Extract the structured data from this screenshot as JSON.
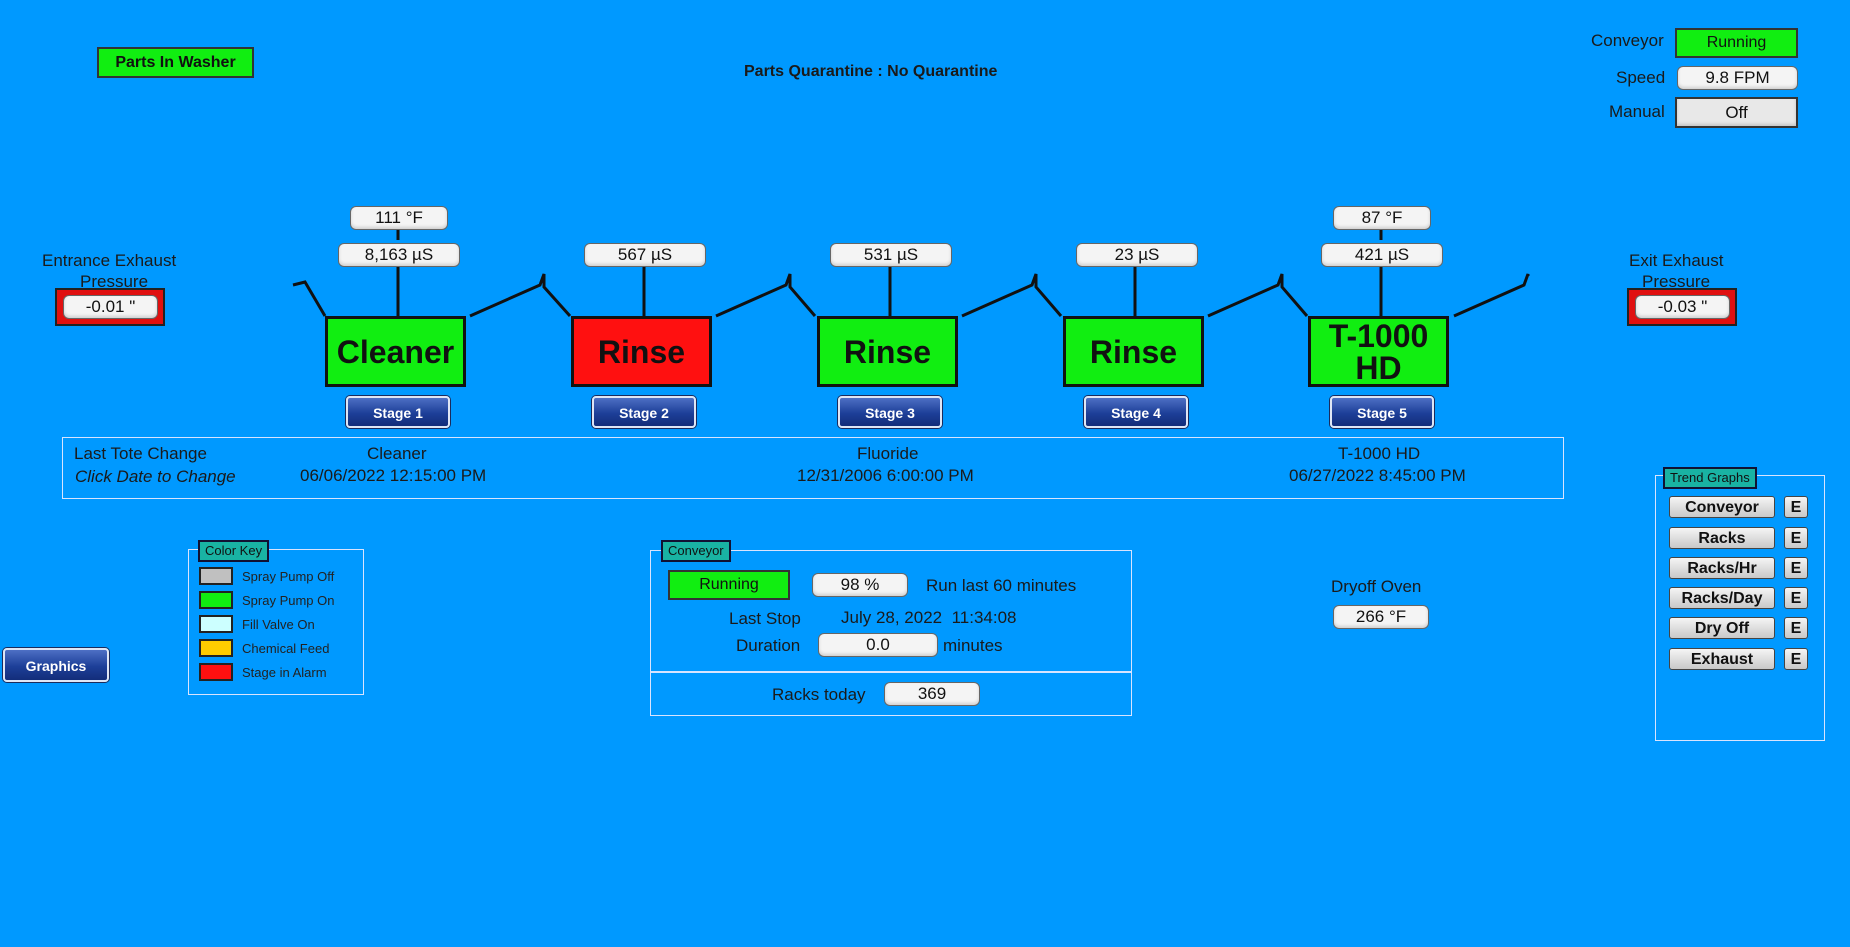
{
  "header": {
    "parts_in_washer": "Parts In Washer",
    "quarantine": "Parts Quarantine : No Quarantine"
  },
  "conveyor_status": {
    "conveyor_label": "Conveyor",
    "conveyor_value": "Running",
    "speed_label": "Speed",
    "speed_value": "9.8 FPM",
    "manual_label": "Manual",
    "manual_value": "Off"
  },
  "exhaust": {
    "entrance_label_1": "Entrance Exhaust",
    "entrance_label_2": "Pressure",
    "entrance_value": "-0.01 \"",
    "exit_label_1": "Exit Exhaust",
    "exit_label_2": "Pressure",
    "exit_value": "-0.03 \""
  },
  "stages": [
    {
      "temp": "111 °F",
      "cond": "8,163 µS",
      "name": "Cleaner",
      "button": "Stage 1",
      "color": "#11ee11"
    },
    {
      "temp": "",
      "cond": "567 µS",
      "name": "Rinse",
      "button": "Stage 2",
      "color": "#ff1010"
    },
    {
      "temp": "",
      "cond": "531 µS",
      "name": "Rinse",
      "button": "Stage 3",
      "color": "#11ee11"
    },
    {
      "temp": "",
      "cond": "23 µS",
      "name": "Rinse",
      "button": "Stage 4",
      "color": "#11ee11"
    },
    {
      "temp": "87 °F",
      "cond": "421 µS",
      "name": "T-1000 HD",
      "button": "Stage 5",
      "color": "#11ee11"
    }
  ],
  "tote": {
    "label": "Last Tote Change",
    "hint": "Click Date to Change",
    "items": [
      {
        "name": "Cleaner",
        "date": "06/06/2022 12:15:00 PM"
      },
      {
        "name": "Fluoride",
        "date": "12/31/2006 6:00:00 PM"
      },
      {
        "name": "T-1000 HD",
        "date": "06/27/2022 8:45:00 PM"
      }
    ]
  },
  "color_key": {
    "title": "Color Key",
    "items": [
      {
        "label": "Spray Pump Off",
        "color": "#c0c0c0"
      },
      {
        "label": "Spray Pump On",
        "color": "#11ee11"
      },
      {
        "label": "Fill Valve On",
        "color": "#ccffff"
      },
      {
        "label": "Chemical Feed",
        "color": "#ffcc00"
      },
      {
        "label": "Stage in Alarm",
        "color": "#ff1010"
      }
    ]
  },
  "graphics_button": "Graphics",
  "conveyor_panel": {
    "title": "Conveyor",
    "status": "Running",
    "percent": "98 %",
    "run_label": "Run last 60 minutes",
    "last_stop_label": "Last Stop",
    "last_stop_value": "July 28, 2022  11:34:08",
    "duration_label": "Duration",
    "duration_value": "0.0",
    "duration_unit": "minutes",
    "racks_label": "Racks today",
    "racks_value": "369"
  },
  "dryoff": {
    "label": "Dryoff Oven",
    "value": "266 °F"
  },
  "trend_graphs": {
    "title": "Trend Graphs",
    "items": [
      "Conveyor",
      "Racks",
      "Racks/Hr",
      "Racks/Day",
      "Dry Off",
      "Exhaust"
    ],
    "e_label": "E"
  }
}
